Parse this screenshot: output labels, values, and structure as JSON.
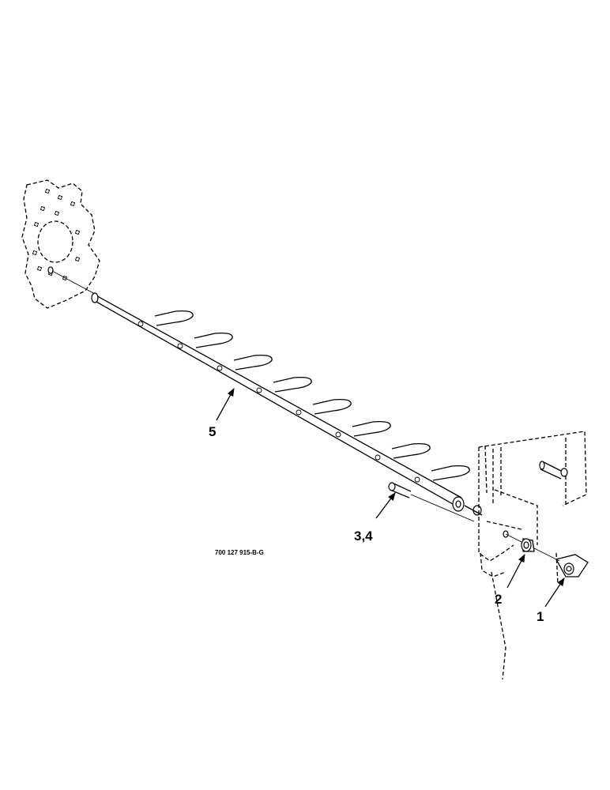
{
  "diagram": {
    "part_number": "700 127 915-B-G",
    "callouts": [
      {
        "id": "1",
        "label": "1"
      },
      {
        "id": "2",
        "label": "2"
      },
      {
        "id": "3",
        "label": "3,4"
      },
      {
        "id": "5",
        "label": "5"
      }
    ]
  }
}
